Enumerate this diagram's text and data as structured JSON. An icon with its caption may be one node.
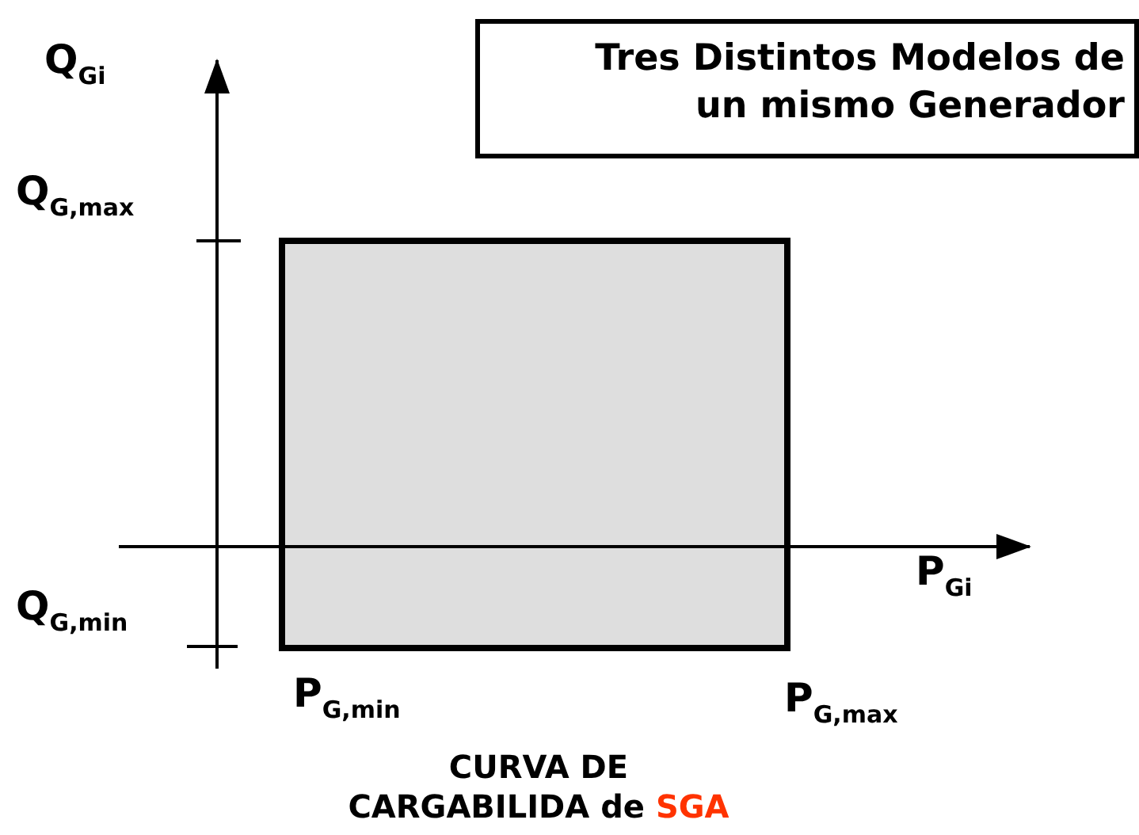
{
  "diagram": {
    "nodes": [
      {
        "text": [
          "Tres Distintos Modelos de un mismo Generador"
        ]
      },
      {
        "text": [],
        "shape": "box"
      }
    ],
    "labels": [
      "Q$_{Gi}$",
      "Q$_{G,max}$",
      "Q$_{G,min}$",
      "P$_{Gi}$",
      "P$_{G,min}$",
      "P$_{G,max}$"
    ],
    "caption": "CURVA DE CARGABILIDA de SGA"
  }
}
